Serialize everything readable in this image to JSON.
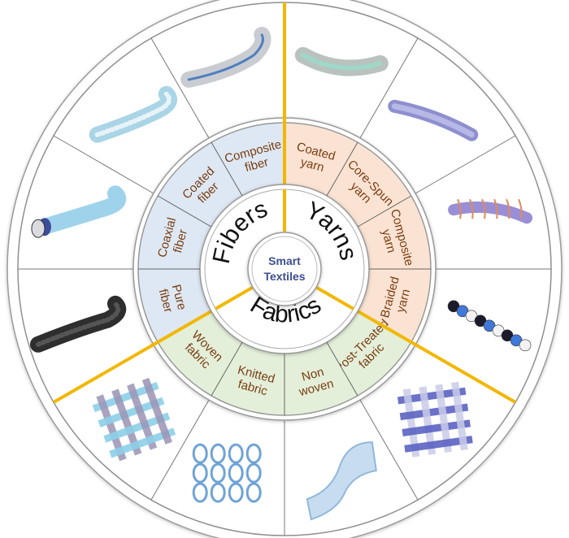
{
  "center": {
    "line1": "Smart",
    "line2": "Textiles"
  },
  "categories": [
    {
      "name": "Fibers",
      "color": "#dde8f4",
      "segments": [
        {
          "lines": [
            "Pure",
            "fiber"
          ],
          "image": "black-hook-fiber",
          "colors": [
            "#2e2e2e",
            "#555555"
          ]
        },
        {
          "lines": [
            "Coaxial",
            "fiber"
          ],
          "image": "coaxial-tube-fiber",
          "colors": [
            "#9fd3ec",
            "#3b4d9a"
          ]
        },
        {
          "lines": [
            "Coated",
            "fiber"
          ],
          "image": "speckled-hook-fiber",
          "colors": [
            "#a9d5e6",
            "#e8f3f8"
          ]
        },
        {
          "lines": [
            "Composite",
            "fiber"
          ],
          "image": "composite-tube-fiber",
          "colors": [
            "#c9cdd2",
            "#4f7fbf"
          ]
        }
      ]
    },
    {
      "name": "Yarns",
      "color": "#fbe3d3",
      "segments": [
        {
          "lines": [
            "Coated",
            "yarn"
          ],
          "image": "coated-yarn",
          "colors": [
            "#b9c2bd",
            "#9fd8c9"
          ]
        },
        {
          "lines": [
            "Core-Spun",
            "yarn"
          ],
          "image": "core-spun-yarn",
          "colors": [
            "#8d8fcf",
            "#b7b8e6"
          ]
        },
        {
          "lines": [
            "Composite",
            "yarn"
          ],
          "image": "composite-yarn",
          "colors": [
            "#9a8fd6",
            "#e08a5a"
          ]
        },
        {
          "lines": [
            "Braided",
            "yarn"
          ],
          "image": "braided-yarn",
          "colors": [
            "#3f78d8",
            "#1b1b2b"
          ]
        }
      ]
    },
    {
      "name": "Fabrics",
      "color": "#e3efd9",
      "segments": [
        {
          "lines": [
            "Post-Treated",
            "fabric"
          ],
          "image": "post-treated-fabric",
          "colors": [
            "#5b63c2",
            "#c9cbe8"
          ]
        },
        {
          "lines": [
            "Non",
            "woven"
          ],
          "image": "nonwoven-fabric",
          "colors": [
            "#8fb8dc",
            "#c7dcef"
          ]
        },
        {
          "lines": [
            "Knitted",
            "fabric"
          ],
          "image": "knitted-fabric",
          "colors": [
            "#6fa3d6",
            "#ffffff"
          ]
        },
        {
          "lines": [
            "Woven",
            "fabric"
          ],
          "image": "woven-fabric",
          "colors": [
            "#8ccfe8",
            "#9a93b5"
          ]
        }
      ]
    }
  ],
  "accent": "#f2b705",
  "label_color": "#7a3d12"
}
